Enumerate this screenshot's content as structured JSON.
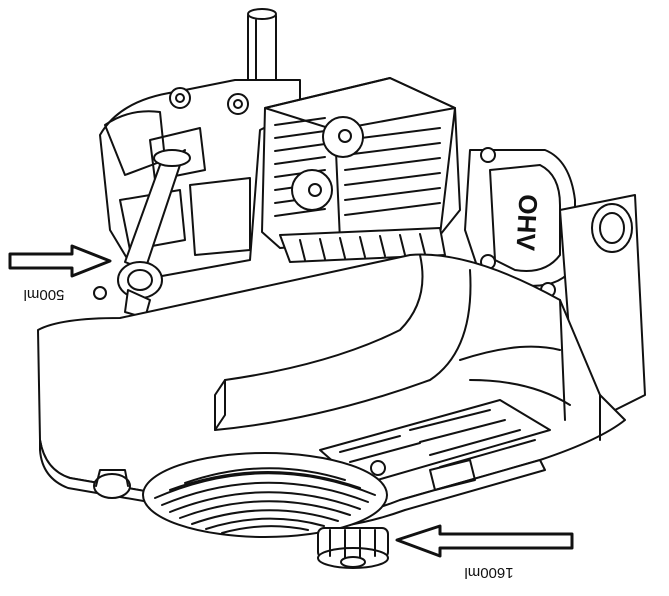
{
  "labels": {
    "upper_arrow_label": "500ml",
    "lower_arrow_label": "1600ml",
    "brand_mark": "OHV"
  },
  "colors": {
    "line": "#111111",
    "fill": "#ffffff"
  }
}
